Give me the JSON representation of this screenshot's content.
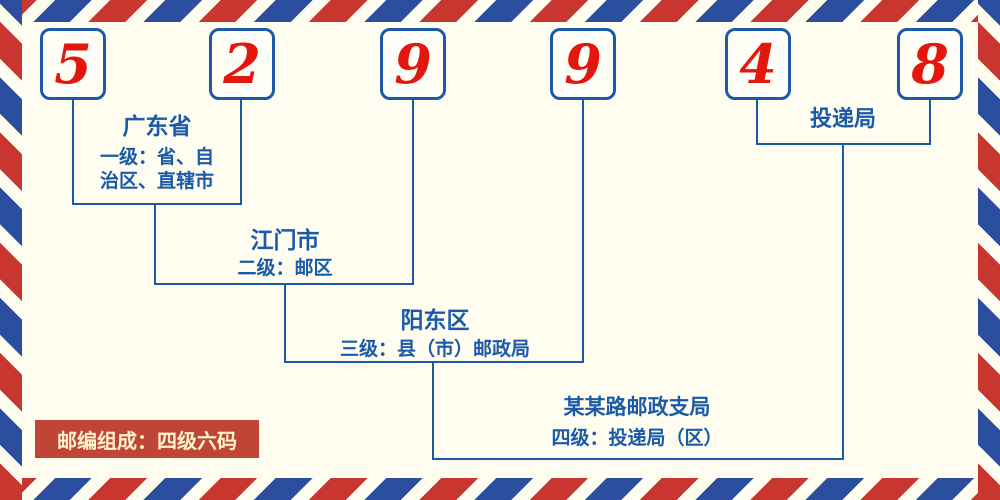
{
  "postal_code": {
    "digits": [
      "5",
      "2",
      "9",
      "9",
      "4",
      "8"
    ]
  },
  "levels": [
    {
      "name": "广东省",
      "desc_lines": [
        "一级：省、自",
        "治区、直辖市"
      ]
    },
    {
      "name": "江门市",
      "desc": "二级：邮区"
    },
    {
      "name": "阳东区",
      "desc": "三级：县（市）邮政局"
    },
    {
      "name": "某某路邮政支局",
      "desc": "四级：投递局（区）"
    },
    {
      "name": "投递局"
    }
  ],
  "footer": {
    "composition_label": "邮编组成：四级六码"
  },
  "colors": {
    "background": "#FFFDF0",
    "line_blue": "#1A5AA8",
    "text_blue": "#1A5AA8",
    "digit_red": "#E3170D",
    "badge_red": "#C04536",
    "badge_text": "#FFF4CE",
    "border_red": "#C8362F",
    "border_blue": "#2B4F9E"
  }
}
